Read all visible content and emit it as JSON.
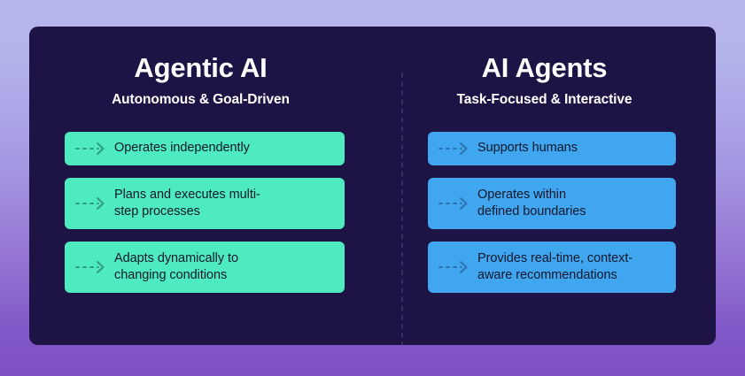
{
  "theme": {
    "background_gradient_top": "#b6b5ed",
    "background_gradient_bottom": "#7d4fc2",
    "panel_background": "#1e1345",
    "divider_color": "#3a2a6b",
    "left_card_color": "#4febc0",
    "right_card_color": "#41a6f0",
    "card_text_color": "#10172b",
    "heading_color": "#ffffff"
  },
  "columns": [
    {
      "title": "Agentic AI",
      "subtitle": "Autonomous & Goal-Driven",
      "accent": "#4febc0",
      "icon": "dashed-arrow-icon",
      "items": [
        {
          "label": "Operates independently",
          "lines": 1
        },
        {
          "label": "Plans and executes multi-\nstep processes",
          "lines": 2
        },
        {
          "label": "Adapts dynamically to\nchanging conditions",
          "lines": 2
        }
      ]
    },
    {
      "title": "AI Agents",
      "subtitle": "Task-Focused & Interactive",
      "accent": "#41a6f0",
      "icon": "dashed-arrow-icon",
      "items": [
        {
          "label": "Supports humans",
          "lines": 1
        },
        {
          "label": "Operates within\ndefined boundaries",
          "lines": 2
        },
        {
          "label": "Provides real-time, context-\naware recommendations",
          "lines": 2
        }
      ]
    }
  ]
}
